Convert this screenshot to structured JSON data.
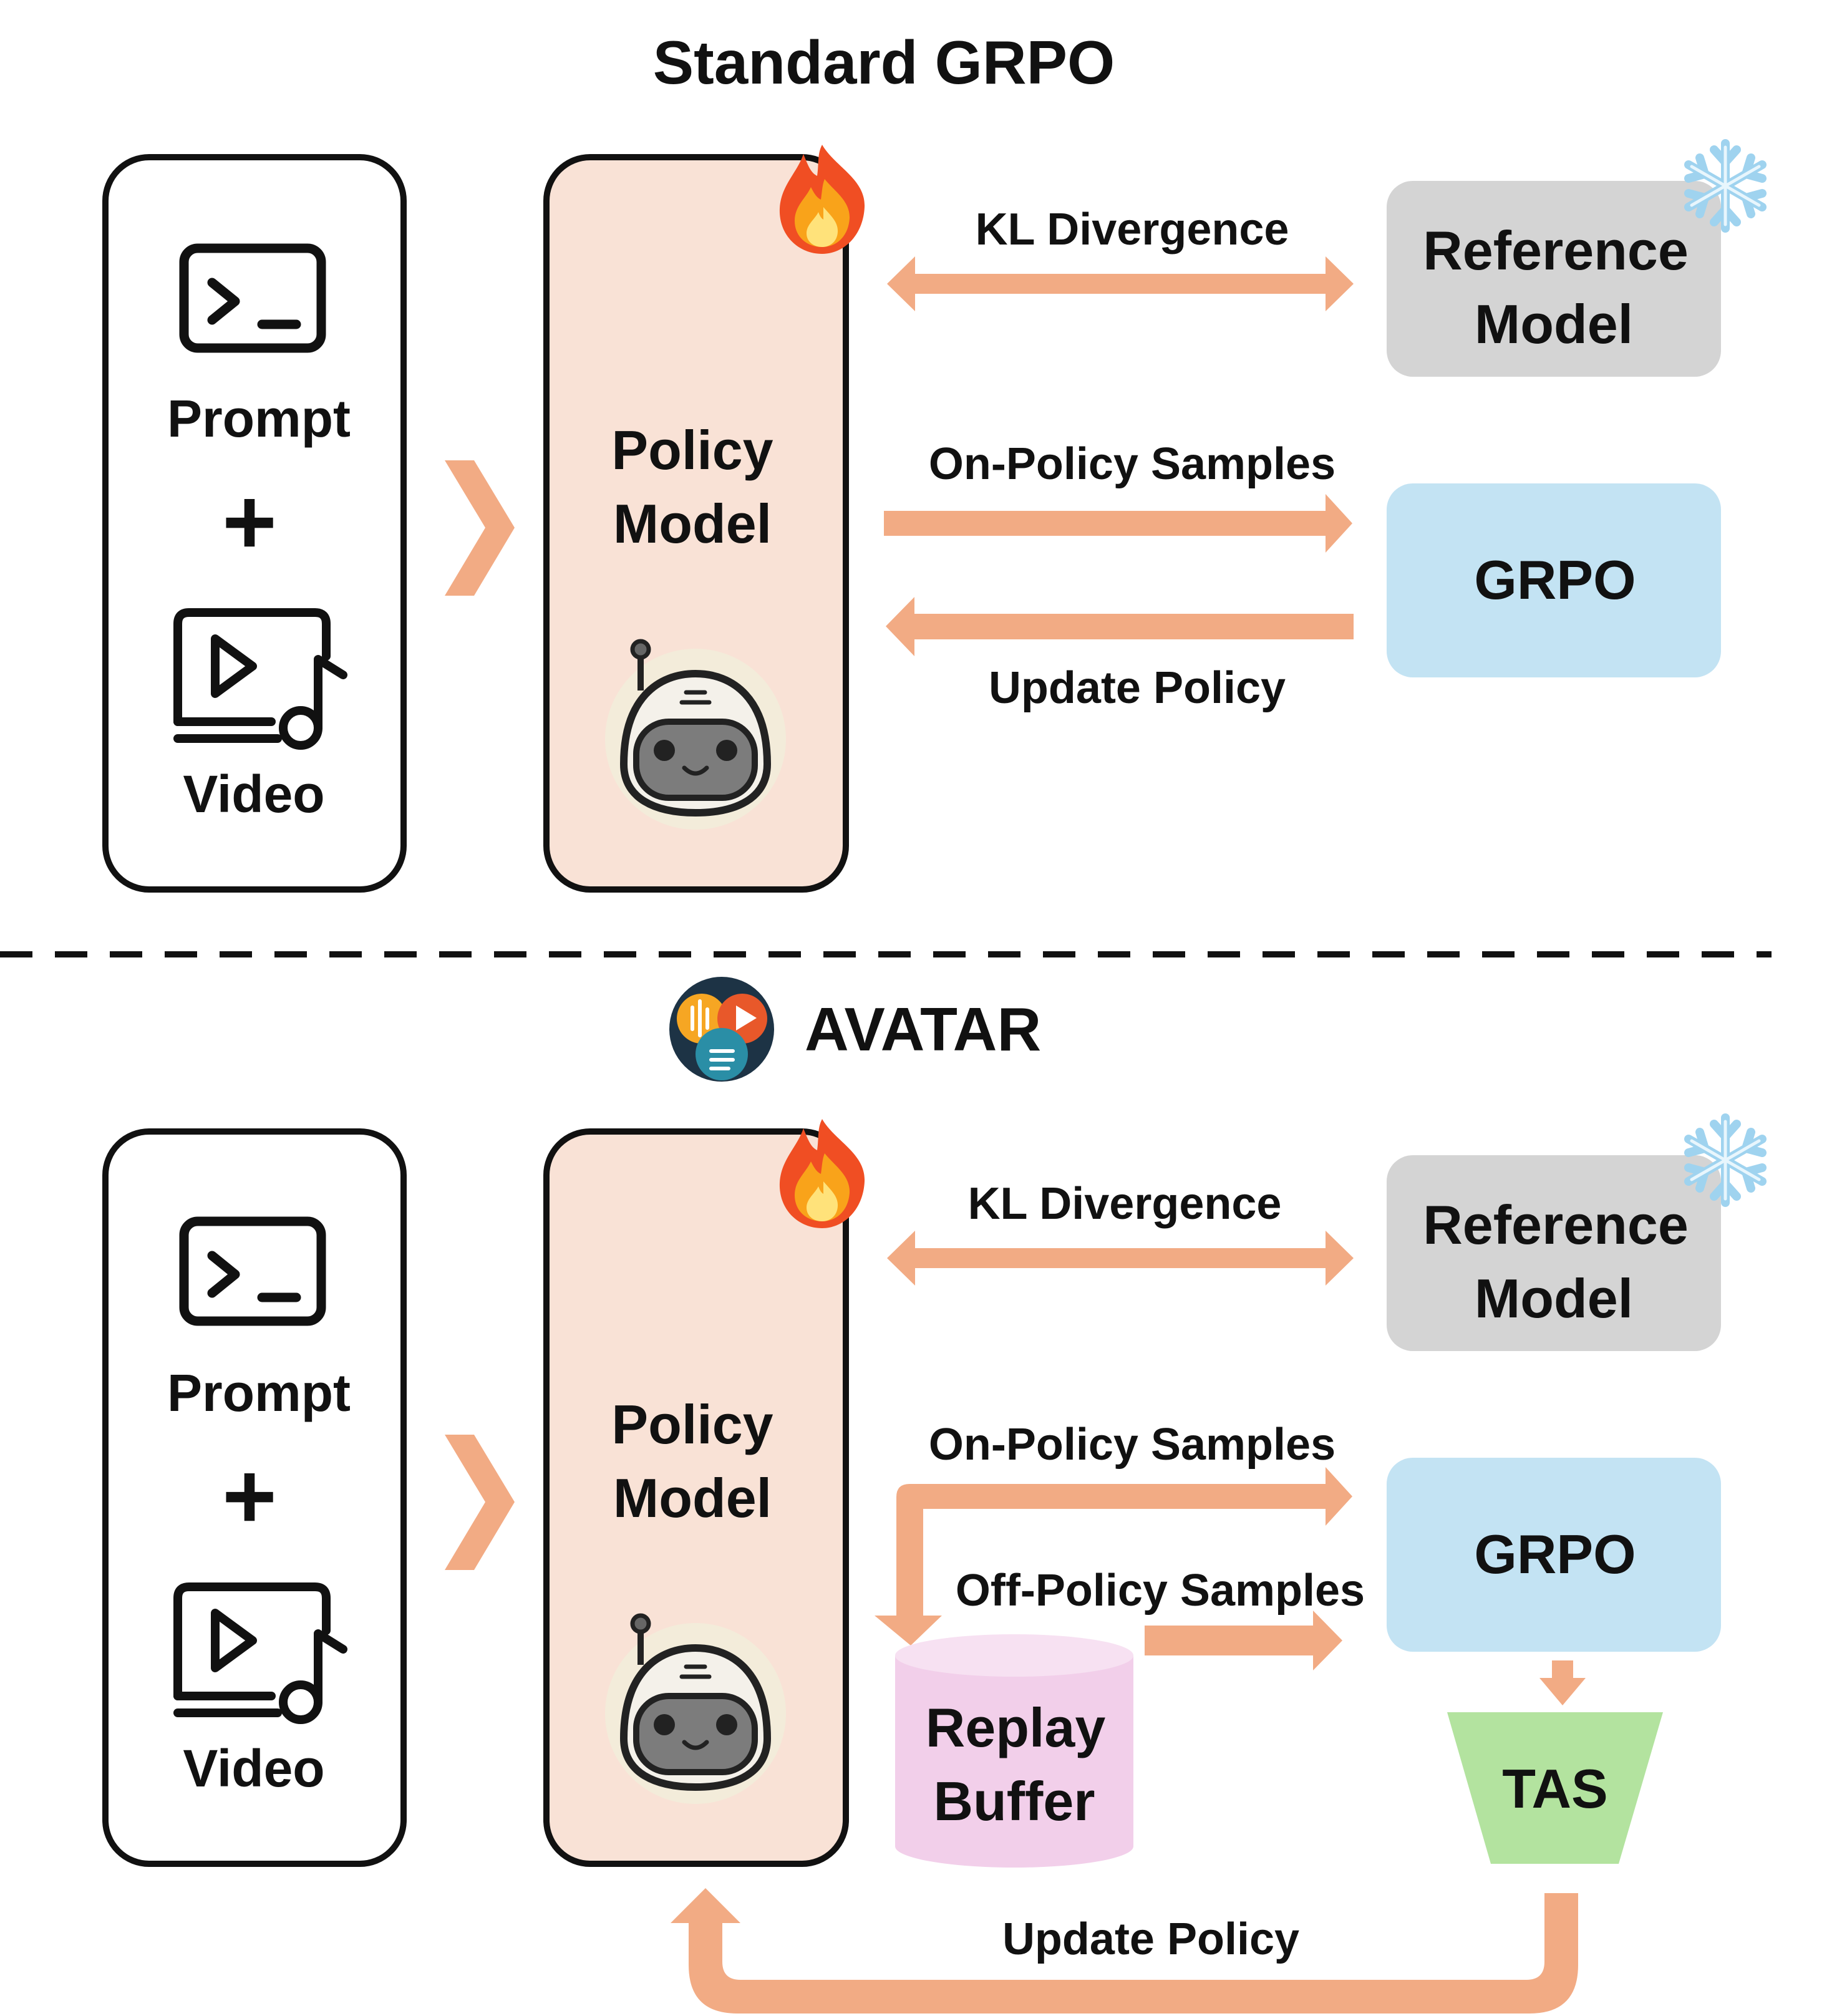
{
  "colors": {
    "arrow": "#f2ab84",
    "policy_fill": "#f9e2d6",
    "reference_fill": "#d4d4d4",
    "grpo_fill": "#c3e3f3",
    "replay_fill": "#f2cfea",
    "tas_fill": "#b3e39f",
    "outline": "#111111",
    "robot_bg": "#f3ecda",
    "robot_face": "#7c7c7c"
  },
  "sections": {
    "standard": {
      "title": "Standard GRPO",
      "input": {
        "prompt_label": "Prompt",
        "plus": "+",
        "video_label": "Video",
        "prompt_icon": "terminal-icon",
        "video_icon": "video-music-icon"
      },
      "policy": {
        "line1": "Policy",
        "line2": "Model",
        "badge_icon": "fire-icon",
        "mascot_icon": "robot-icon"
      },
      "reference": {
        "line1": "Reference",
        "line2": "Model",
        "badge_icon": "snowflake-icon"
      },
      "grpo": {
        "label": "GRPO"
      },
      "arrows": {
        "kl": "KL Divergence",
        "on_policy": "On-Policy Samples",
        "update": "Update Policy"
      }
    },
    "avatar": {
      "title": "AVATAR",
      "logo_icon": "avatar-logo-icon",
      "input": {
        "prompt_label": "Prompt",
        "plus": "+",
        "video_label": "Video",
        "prompt_icon": "terminal-icon",
        "video_icon": "video-music-icon"
      },
      "policy": {
        "line1": "Policy",
        "line2": "Model",
        "badge_icon": "fire-icon",
        "mascot_icon": "robot-icon"
      },
      "reference": {
        "line1": "Reference",
        "line2": "Model",
        "badge_icon": "snowflake-icon"
      },
      "grpo": {
        "label": "GRPO"
      },
      "replay": {
        "line1": "Replay",
        "line2": "Buffer"
      },
      "tas": {
        "label": "TAS"
      },
      "arrows": {
        "kl": "KL Divergence",
        "on_policy": "On-Policy Samples",
        "off_policy": "Off-Policy Samples",
        "update": "Update Policy"
      }
    }
  }
}
